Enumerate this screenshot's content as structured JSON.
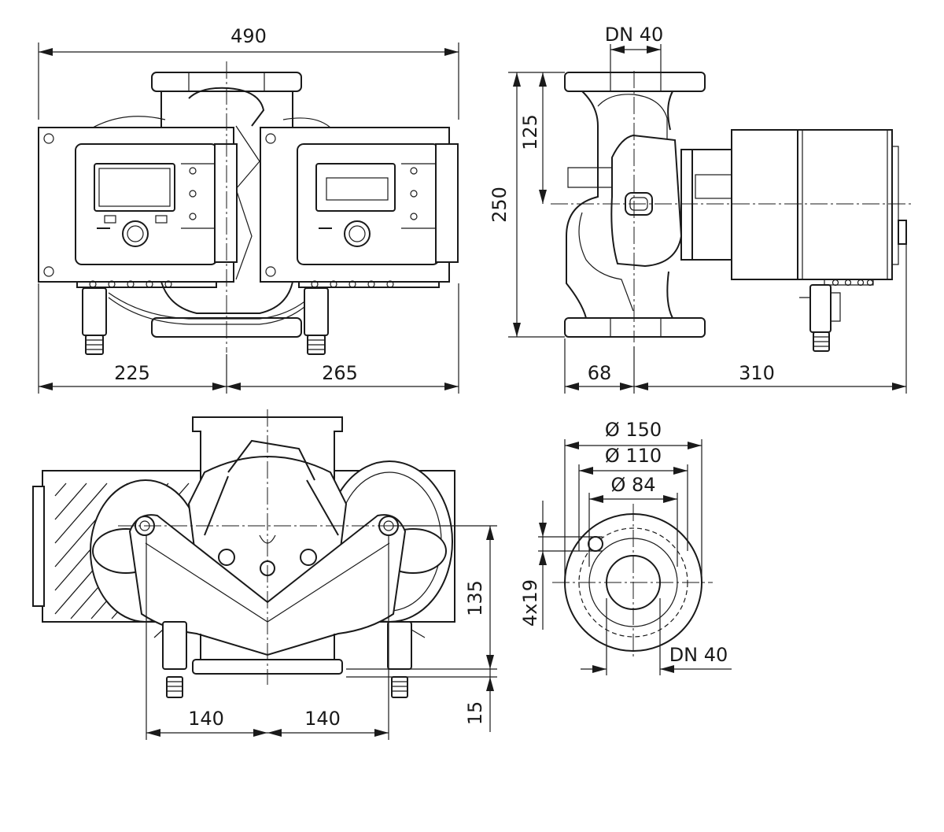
{
  "views": {
    "front": {
      "overall_width": "490",
      "left_width": "225",
      "right_width": "265"
    },
    "side": {
      "flange_nominal": "DN 40",
      "total_height": "250",
      "axis_height": "125",
      "flange_to_axis": "68",
      "axis_to_motor_end": "310"
    },
    "top": {
      "axis_offset": "135",
      "base_offset": "15",
      "left_spacing": "140",
      "right_spacing": "140"
    },
    "flange": {
      "outer_diameter": "Ø 150",
      "bolt_circle": "Ø 110",
      "raised_face": "Ø 84",
      "bolt_holes": "4x19",
      "bore_nominal": "DN 40"
    }
  }
}
